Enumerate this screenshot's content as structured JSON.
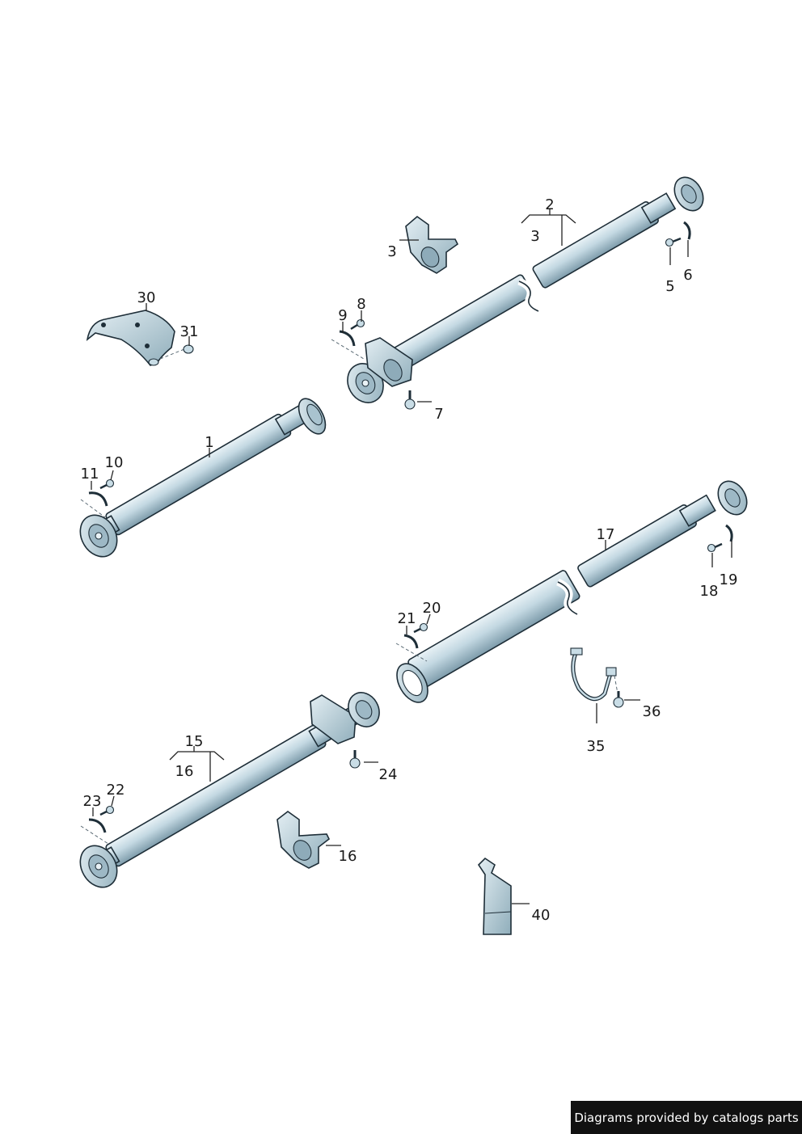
{
  "diagram": {
    "callouts": [
      "1",
      "2",
      "3",
      "3",
      "5",
      "6",
      "7",
      "8",
      "9",
      "10",
      "11",
      "15",
      "16",
      "16",
      "17",
      "18",
      "19",
      "20",
      "21",
      "22",
      "23",
      "24",
      "30",
      "31",
      "35",
      "36",
      "40"
    ]
  },
  "footer": {
    "text": "Diagrams provided by catalogs parts"
  },
  "colors": {
    "part_fill": "#c9dde6",
    "part_dark": "#7f9fae",
    "outline": "#1e2e38",
    "footer_bg": "#111111"
  }
}
